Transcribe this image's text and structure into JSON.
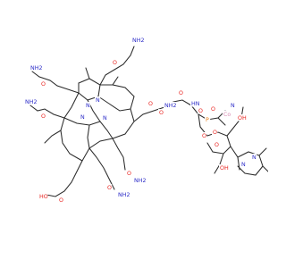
{
  "structure": {
    "colors": {
      "N": "#2d2dc8",
      "O": "#e8231f",
      "P": "#e8801c",
      "Co": "#d98db4",
      "C": "#222222",
      "bond": "#2b2b2b"
    },
    "labels": [
      "NH2",
      "O",
      "NH2",
      "O",
      "NH2",
      "O",
      "N",
      "N",
      "N",
      "N",
      "O",
      "O",
      "NH2",
      "O",
      "HN",
      "O",
      "O",
      "P",
      "O",
      "O",
      "Co",
      "N",
      "OH",
      "O",
      "OH",
      "N",
      "N",
      "O",
      "NH2",
      "HO",
      "O",
      "O",
      "NH2"
    ]
  }
}
